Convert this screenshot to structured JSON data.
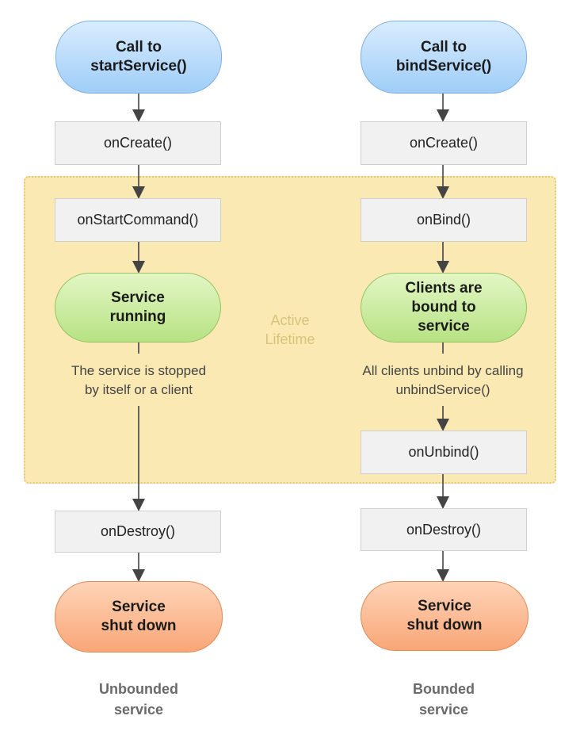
{
  "active_region": {
    "label": "Active\nLifetime"
  },
  "left": {
    "start": "Call to\nstartService()",
    "on_create": "onCreate()",
    "on_start_command": "onStartCommand()",
    "running": "Service\nrunning",
    "stop_note": "The service is stopped\nby itself or a client",
    "on_destroy": "onDestroy()",
    "shutdown": "Service\nshut down",
    "caption": "Unbounded\nservice"
  },
  "right": {
    "start": "Call to\nbindService()",
    "on_create": "onCreate()",
    "on_bind": "onBind()",
    "bound": "Clients are\nbound to\nservice",
    "unbind_note": "All clients unbind by calling\nunbindService()",
    "on_unbind": "onUnbind()",
    "on_destroy": "onDestroy()",
    "shutdown": "Service\nshut down",
    "caption": "Bounded\nservice"
  },
  "colors": {
    "start_node": "#9fcdf7",
    "active_node": "#b7e283",
    "end_node": "#f9a677",
    "active_region": "#fbe9b3"
  }
}
